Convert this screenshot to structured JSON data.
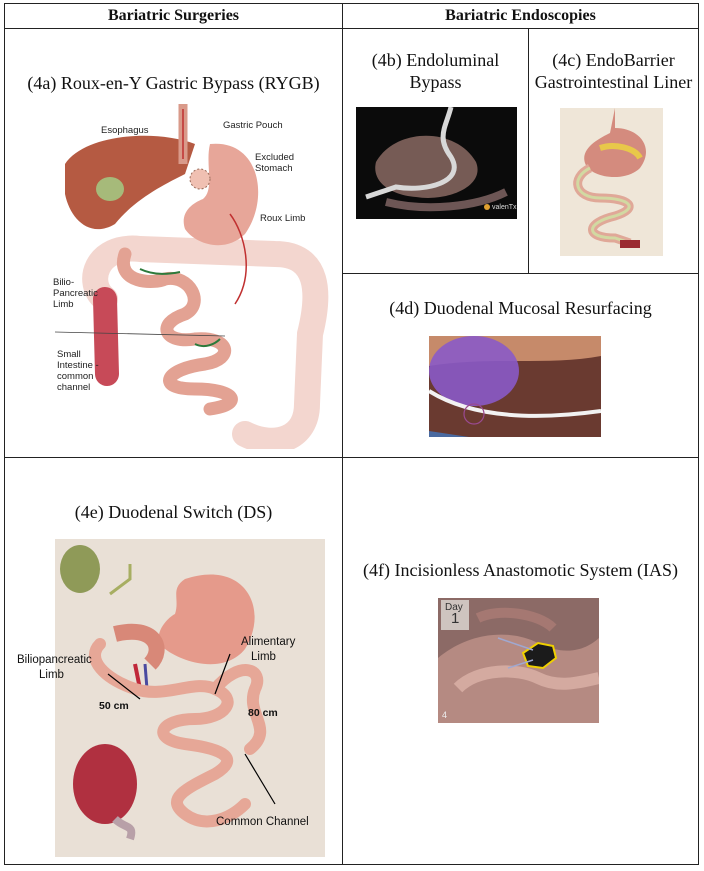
{
  "headers": {
    "surgeries": "Bariatric Surgeries",
    "endoscopies": "Bariatric Endoscopies"
  },
  "panels": {
    "rygb": {
      "caption": "(4a) Roux-en-Y Gastric Bypass (RYGB)",
      "labels": {
        "esophagus": "Esophagus",
        "gastric_pouch": "Gastric Pouch",
        "excluded_stomach_1": "Excluded",
        "excluded_stomach_2": "Stomach",
        "roux_limb": "Roux Limb",
        "bilio_1": "Bilio-",
        "bilio_2": "Pancreatic",
        "bilio_3": "Limb",
        "small_1": "Small",
        "small_2": "Intestine -",
        "small_3": "common",
        "small_4": "channel"
      }
    },
    "endoluminal": {
      "caption_line1": "(4b) Endoluminal",
      "caption_line2": "Bypass",
      "logo": "valenTx"
    },
    "endobarrier": {
      "caption_line1": "(4c) EndoBarrier",
      "caption_line2": "Gastrointestinal Liner"
    },
    "dmr": {
      "caption": "(4d) Duodenal Mucosal Resurfacing"
    },
    "ds": {
      "caption": "(4e) Duodenal Switch (DS)",
      "labels": {
        "bilio_1": "Biliopancreatic",
        "bilio_2": "Limb",
        "alimentary_1": "Alimentary",
        "alimentary_2": "Limb",
        "cm50": "50 cm",
        "cm80": "80 cm",
        "common": "Common Channel"
      }
    },
    "ias": {
      "caption": "(4f) Incisionless Anastomotic System (IAS)",
      "day_label": "Day",
      "day_number": "1",
      "corner_number": "4"
    }
  }
}
